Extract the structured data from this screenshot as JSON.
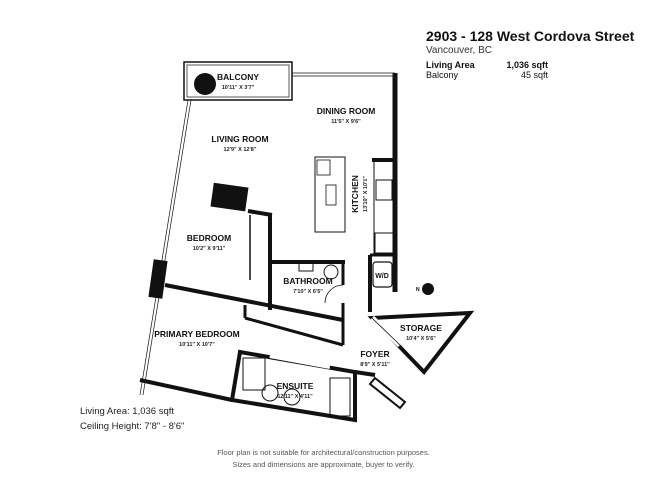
{
  "header": {
    "address": "2903 - 128 West Cordova Street",
    "city": "Vancouver, BC",
    "living_area_label": "Living Area",
    "living_area_value": "1,036 sqft",
    "balcony_label": "Balcony",
    "balcony_value": "45 sqft"
  },
  "rooms": {
    "balcony": {
      "name": "BALCONY",
      "dims": "10'11\" X 3'7\""
    },
    "dining": {
      "name": "DINING ROOM",
      "dims": "11'5\" X 9'6\""
    },
    "living": {
      "name": "LIVING ROOM",
      "dims": "12'9\" X 12'8\""
    },
    "kitchen": {
      "name": "KITCHEN",
      "dims": "13'10\" X 10'1\""
    },
    "bedroom": {
      "name": "BEDROOM",
      "dims": "10'2\" X 9'11\""
    },
    "bathroom": {
      "name": "BATHROOM",
      "dims": "7'10\" X 6'5\""
    },
    "primary": {
      "name": "PRIMARY BEDROOM",
      "dims": "10'11\" X 10'7\""
    },
    "storage": {
      "name": "STORAGE",
      "dims": "10'4\" X 5'6\""
    },
    "foyer": {
      "name": "FOYER",
      "dims": "8'9\" X 5'11\""
    },
    "ensuite": {
      "name": "ENSUITE",
      "dims": "12'11\" X 4'11\""
    },
    "wd": "W/D",
    "north": "N"
  },
  "footer": {
    "living_area": "Living Area: 1,036 sqft",
    "ceiling_height": "Ceiling Height: 7'8\" - 8'6\"",
    "disclaimer_1": "Floor plan is not suitable for architectural/construction purposes.",
    "disclaimer_2": "Sizes and dimensions are approximate, buyer to verify."
  }
}
